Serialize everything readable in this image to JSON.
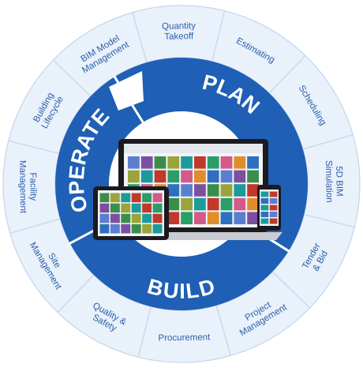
{
  "colors": {
    "ring_blue": "#1f5fb5",
    "outer_ring": "#e9f1fb",
    "outer_stroke": "#c4d6ec",
    "segment_text": "#2a5fa8",
    "divider": "#ffffff"
  },
  "phases": [
    {
      "id": "plan",
      "label": "PLAN"
    },
    {
      "id": "build",
      "label": "BUILD"
    },
    {
      "id": "operate",
      "label": "OPERATE"
    }
  ],
  "segments": [
    {
      "id": "quantity-takeoff",
      "lines": [
        "Quantity",
        "Takeoff"
      ]
    },
    {
      "id": "estimating",
      "lines": [
        "Estimating"
      ]
    },
    {
      "id": "scheduling",
      "lines": [
        "Scheduling"
      ]
    },
    {
      "id": "5d-bim-simulation",
      "lines": [
        "5D BIM",
        "Simulation"
      ]
    },
    {
      "id": "tender-bid",
      "lines": [
        "Tender",
        "& Bid"
      ]
    },
    {
      "id": "project-management",
      "lines": [
        "Project",
        "Management"
      ]
    },
    {
      "id": "procurement",
      "lines": [
        "Procurement"
      ]
    },
    {
      "id": "quality-safety",
      "lines": [
        "Quality &",
        "Safety"
      ]
    },
    {
      "id": "site-management",
      "lines": [
        "Site",
        "Management"
      ]
    },
    {
      "id": "facility-management",
      "lines": [
        "Facility",
        "Management"
      ]
    },
    {
      "id": "building-lifecycle",
      "lines": [
        "Building",
        "Lifecycle"
      ]
    },
    {
      "id": "bim-model-management",
      "lines": [
        "BIM Model",
        "Management"
      ]
    }
  ],
  "devices": [
    {
      "id": "laptop",
      "kind": "laptop"
    },
    {
      "id": "tablet",
      "kind": "tablet"
    },
    {
      "id": "phone",
      "kind": "phone"
    }
  ]
}
